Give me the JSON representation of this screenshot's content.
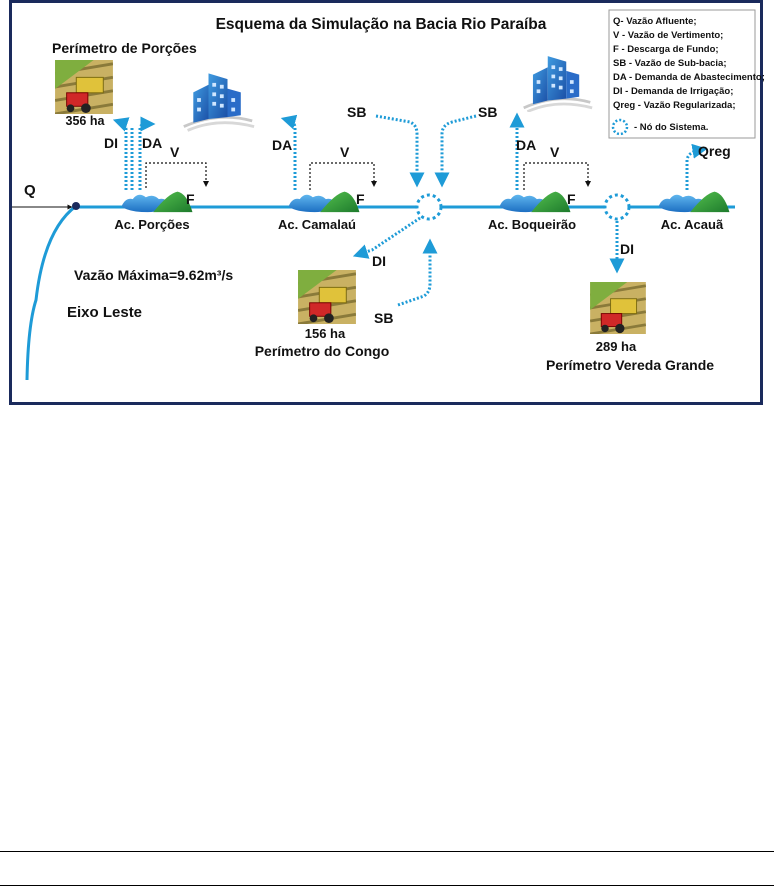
{
  "title": "Esquema da Simulação na Bacia Rio Paraíba",
  "legend": [
    "Q- Vazão Afluente;",
    "V - Vazão de Vertimento;",
    "F - Descarga de Fundo;",
    "SB - Vazão de Sub-bacia;",
    "DA - Demanda de Abastecimento;",
    "DI - Demanda de Irrigação;",
    "Qreg - Vazão Regularizada;",
    "- Nó do Sistema."
  ],
  "flows": {
    "Q": "Q",
    "V": "V",
    "F": "F",
    "SB": "SB",
    "DA": "DA",
    "DI": "DI",
    "Qreg": "Qreg"
  },
  "reservoirs": [
    "Ac. Porções",
    "Ac. Camalaú",
    "Ac. Boqueirão",
    "Ac. Acauã"
  ],
  "perimeters": [
    {
      "name": "Perímetro de Porções",
      "area": "356 ha"
    },
    {
      "name": "Perímetro do Congo",
      "area": "156 ha"
    },
    {
      "name": "Perímetro Vereda Grande",
      "area": "289 ha"
    }
  ],
  "canal": {
    "max_flow": "Vazão Máxima=9.62m³/s",
    "name": "Eixo Leste"
  },
  "colors": {
    "river": "#1e9bd7",
    "frame": "#1a2a5c",
    "arrow": "#1e9bd7",
    "black_arrow": "#111111",
    "land": "#2ea043"
  },
  "icons": [
    "building-icon",
    "irrigation-field-icon",
    "reservoir-icon",
    "system-node-icon"
  ]
}
